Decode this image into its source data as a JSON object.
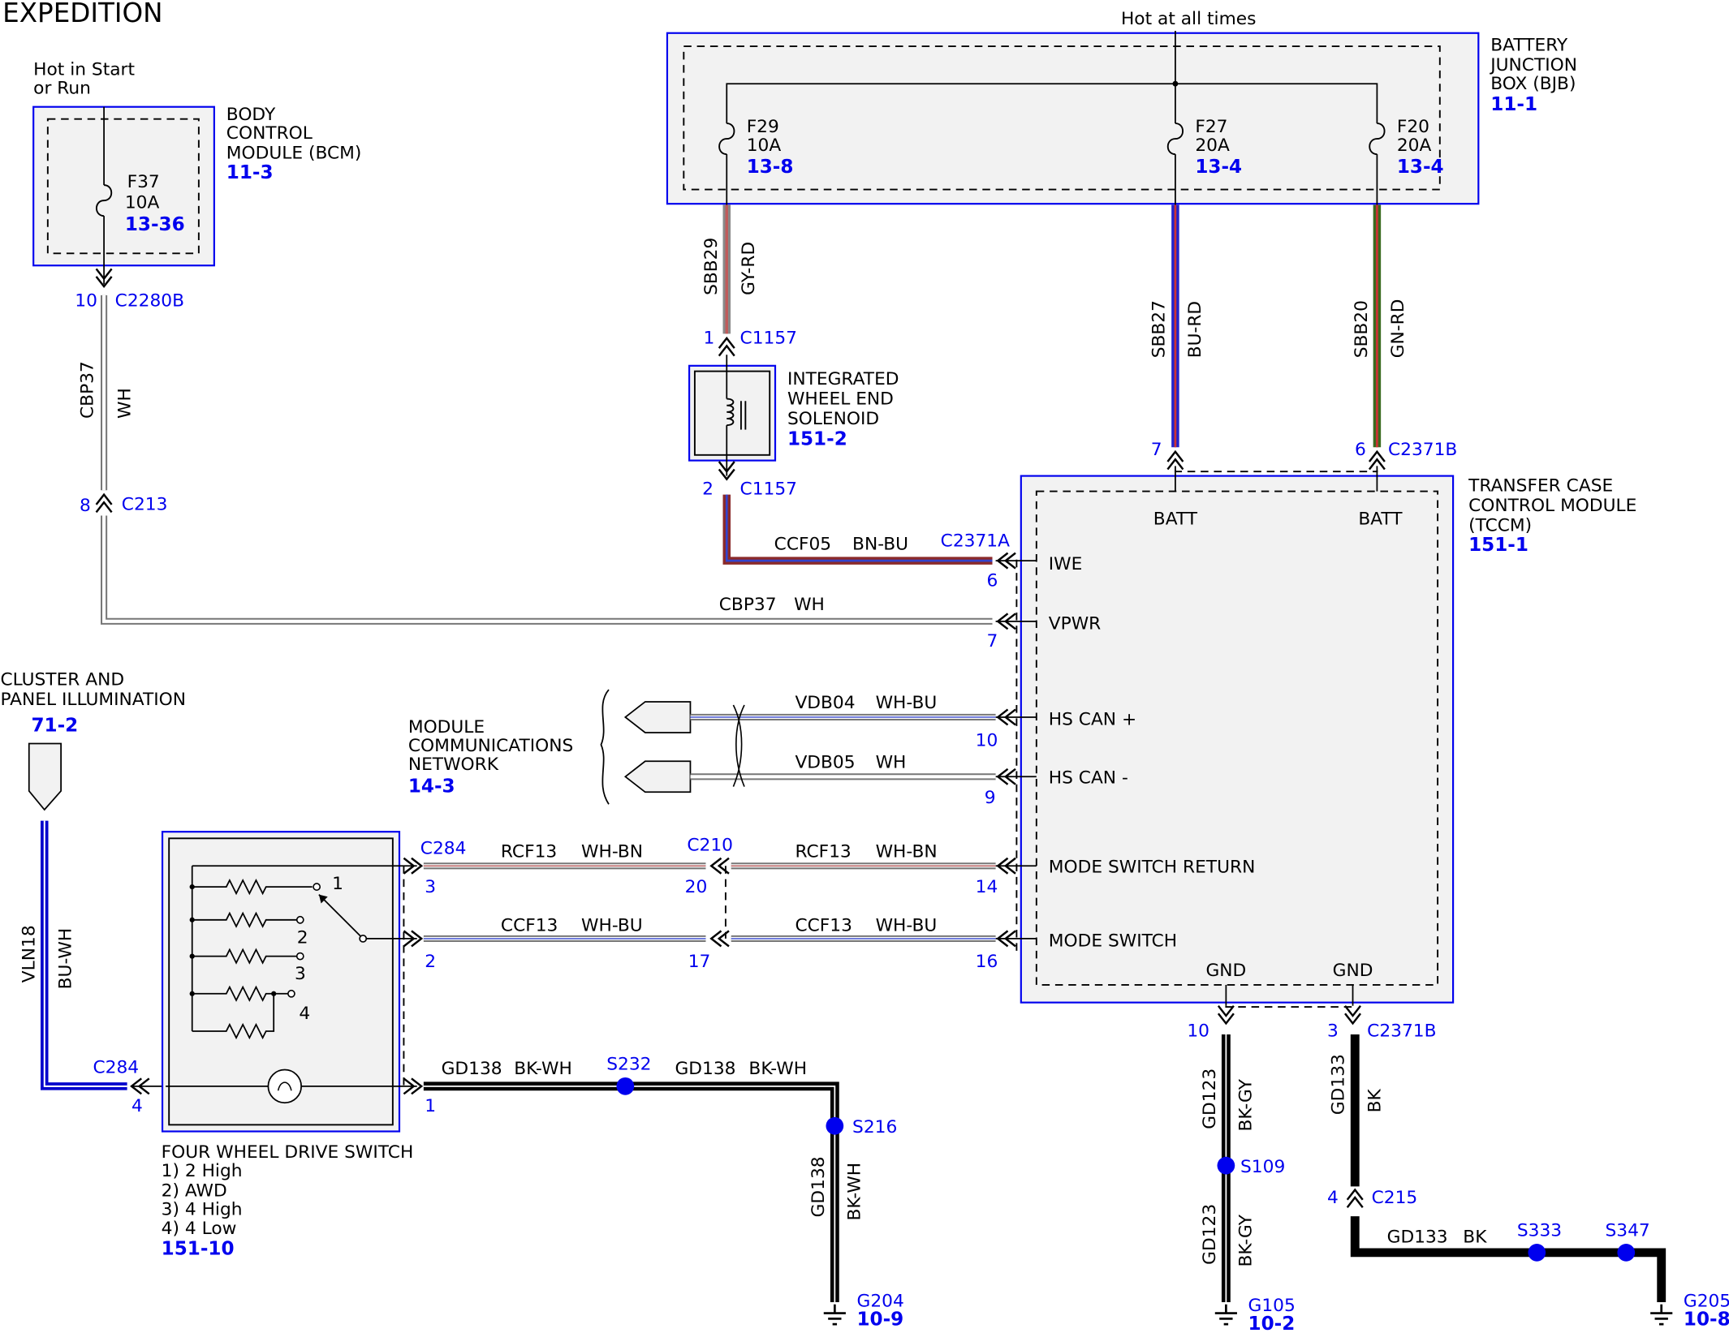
{
  "title": "EXPEDITION",
  "top_note": "Hot at all times",
  "bcm": {
    "note_line1": "Hot in Start",
    "note_line2": "or Run",
    "label1": "BODY",
    "label2": "CONTROL",
    "label3": "MODULE (BCM)",
    "ref": "11-3",
    "fuse": {
      "name": "F37",
      "rating": "10A",
      "ref": "13-36"
    }
  },
  "bjb": {
    "label1": "BATTERY",
    "label2": "JUNCTION",
    "label3": "BOX (BJB)",
    "ref": "11-1",
    "fuses": [
      {
        "name": "F29",
        "rating": "10A",
        "ref": "13-8"
      },
      {
        "name": "F27",
        "rating": "20A",
        "ref": "13-4"
      },
      {
        "name": "F20",
        "rating": "20A",
        "ref": "13-4"
      }
    ]
  },
  "solenoid": {
    "label1": "INTEGRATED",
    "label2": "WHEEL END",
    "label3": "SOLENOID",
    "ref": "151-2"
  },
  "tccm": {
    "label1": "TRANSFER CASE",
    "label2": "CONTROL MODULE",
    "label3": "(TCCM)",
    "ref": "151-1",
    "pins": [
      "BATT",
      "BATT",
      "IWE",
      "VPWR",
      "HS CAN +",
      "HS CAN -",
      "MODE SWITCH RETURN",
      "MODE SWITCH",
      "GND",
      "GND"
    ]
  },
  "network": {
    "label1": "MODULE",
    "label2": "COMMUNICATIONS",
    "label3": "NETWORK",
    "ref": "14-3"
  },
  "cluster": {
    "label1": "CLUSTER AND",
    "label2": "PANEL ILLUMINATION",
    "ref": "71-2"
  },
  "switch": {
    "label": "FOUR WHEEL DRIVE SWITCH",
    "positions": [
      "1) 2 High",
      "2) AWD",
      "3) 4 High",
      "4) 4 Low"
    ],
    "ref": "151-10",
    "pos_numbers": [
      "1",
      "2",
      "3",
      "4"
    ]
  },
  "connectors": {
    "c2280b": {
      "pin": "10",
      "name": "C2280B"
    },
    "c213": {
      "pin": "8",
      "name": "C213"
    },
    "c1157_1": {
      "pin": "1",
      "name": "C1157"
    },
    "c1157_2": {
      "pin": "2",
      "name": "C1157"
    },
    "c2371b_7": {
      "pin": "7"
    },
    "c2371b_6": {
      "pin": "6",
      "name": "C2371B"
    },
    "c2371a": {
      "name": "C2371A"
    },
    "tccm_pins": [
      "6",
      "7",
      "10",
      "9",
      "14",
      "16"
    ],
    "c284_right": {
      "name": "C284",
      "pins": [
        "3",
        "2",
        "1"
      ]
    },
    "c210": {
      "name": "C210",
      "pins": [
        "20",
        "17"
      ]
    },
    "c284_left": {
      "name": "C284",
      "pin": "4"
    },
    "c2371b_gnd": {
      "pin_a": "10",
      "pin_b": "3",
      "name": "C2371B"
    },
    "c215": {
      "pin": "4",
      "name": "C215"
    }
  },
  "wires": {
    "cbp37_v": {
      "circuit": "CBP37",
      "color": "WH"
    },
    "cbp37_h": {
      "circuit": "CBP37",
      "color": "WH"
    },
    "sbb29": {
      "circuit": "SBB29",
      "color": "GY-RD"
    },
    "sbb27": {
      "circuit": "SBB27",
      "color": "BU-RD"
    },
    "sbb20": {
      "circuit": "SBB20",
      "color": "GN-RD"
    },
    "ccf05": {
      "circuit": "CCF05",
      "color": "BN-BU"
    },
    "vdb04": {
      "circuit": "VDB04",
      "color": "WH-BU"
    },
    "vdb05": {
      "circuit": "VDB05",
      "color": "WH"
    },
    "rcf13_a": {
      "circuit": "RCF13",
      "color": "WH-BN"
    },
    "rcf13_b": {
      "circuit": "RCF13",
      "color": "WH-BN"
    },
    "ccf13_a": {
      "circuit": "CCF13",
      "color": "WH-BU"
    },
    "ccf13_b": {
      "circuit": "CCF13",
      "color": "WH-BU"
    },
    "vln18": {
      "circuit": "VLN18",
      "color": "BU-WH"
    },
    "gd138_a": {
      "circuit": "GD138",
      "color": "BK-WH"
    },
    "gd138_b": {
      "circuit": "GD138",
      "color": "BK-WH"
    },
    "gd138_v": {
      "circuit": "GD138",
      "color": "BK-WH"
    },
    "gd123_a": {
      "circuit": "GD123",
      "color": "BK-GY"
    },
    "gd123_b": {
      "circuit": "GD123",
      "color": "BK-GY"
    },
    "gd133_v": {
      "circuit": "GD133",
      "color": "BK"
    },
    "gd133_h": {
      "circuit": "GD133",
      "color": "BK"
    }
  },
  "splices": [
    "S232",
    "S216",
    "S109",
    "S333",
    "S347"
  ],
  "grounds": [
    {
      "name": "G204",
      "ref": "10-9"
    },
    {
      "name": "G105",
      "ref": "10-2"
    },
    {
      "name": "G205",
      "ref": "10-8"
    }
  ],
  "colors": {
    "reference_blue": "#0000ee",
    "box_fill": "#f2f2f2",
    "gray_red": "#c05a5a",
    "blue_red": "#2222cc",
    "green_red": "#3a6b1f",
    "brown_blue": "#8b2a2a"
  }
}
